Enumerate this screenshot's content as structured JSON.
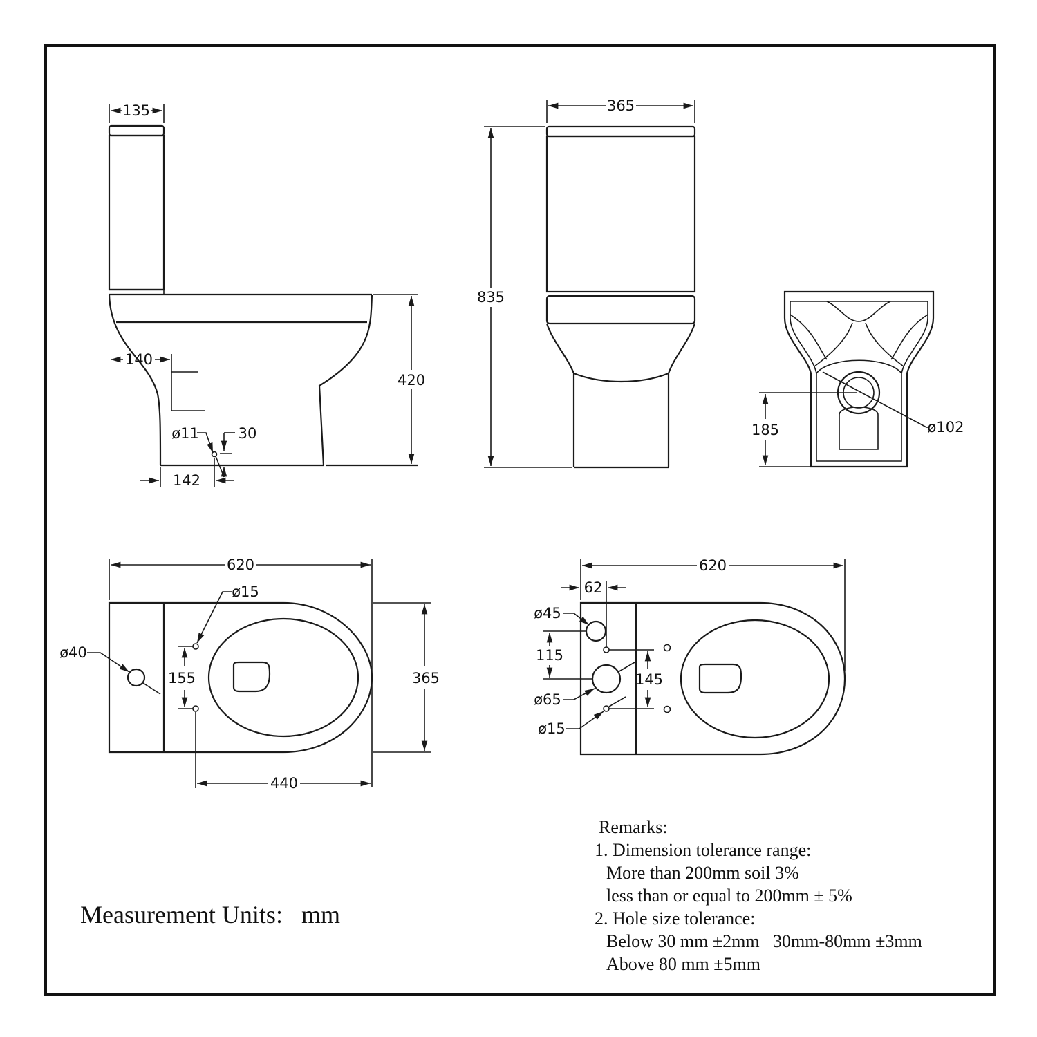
{
  "dimensions": {
    "side_tank_depth": "135",
    "side_height": "420",
    "side_setback": "140",
    "side_bolt_dia": "ø11",
    "side_bolt_height": "30",
    "side_bolt_offset": "142",
    "front_width": "365",
    "front_height": "835",
    "rear_outlet_height": "185",
    "rear_outlet_dia": "ø102",
    "top_length": "620",
    "top_fix_hole_dia": "ø15",
    "top_water_inlet_dia": "ø40",
    "top_fix_spacing": "155",
    "top_width": "365",
    "top_fix_distance": "440",
    "tank_length": "620",
    "tank_offset": "62",
    "tank_inlet_dia": "ø45",
    "tank_inlet_spacing": "115",
    "tank_flush_dia": "ø65",
    "tank_hole_spacing": "145",
    "tank_fix_hole_dia": "ø15"
  },
  "units": {
    "label": "Measurement Units:",
    "value": "mm"
  },
  "remarks": {
    "title": "Remarks:",
    "item1": "1. Dimension tolerance range:",
    "item1_line1": "More than 200mm soil 3%",
    "item1_line2": "less than or equal to 200mm ± 5%",
    "item2": "2. Hole size tolerance:",
    "item2_line1": "Below 30 mm ±2mm   30mm-80mm ±3mm",
    "item2_line2": "Above 80 mm ±5mm"
  }
}
